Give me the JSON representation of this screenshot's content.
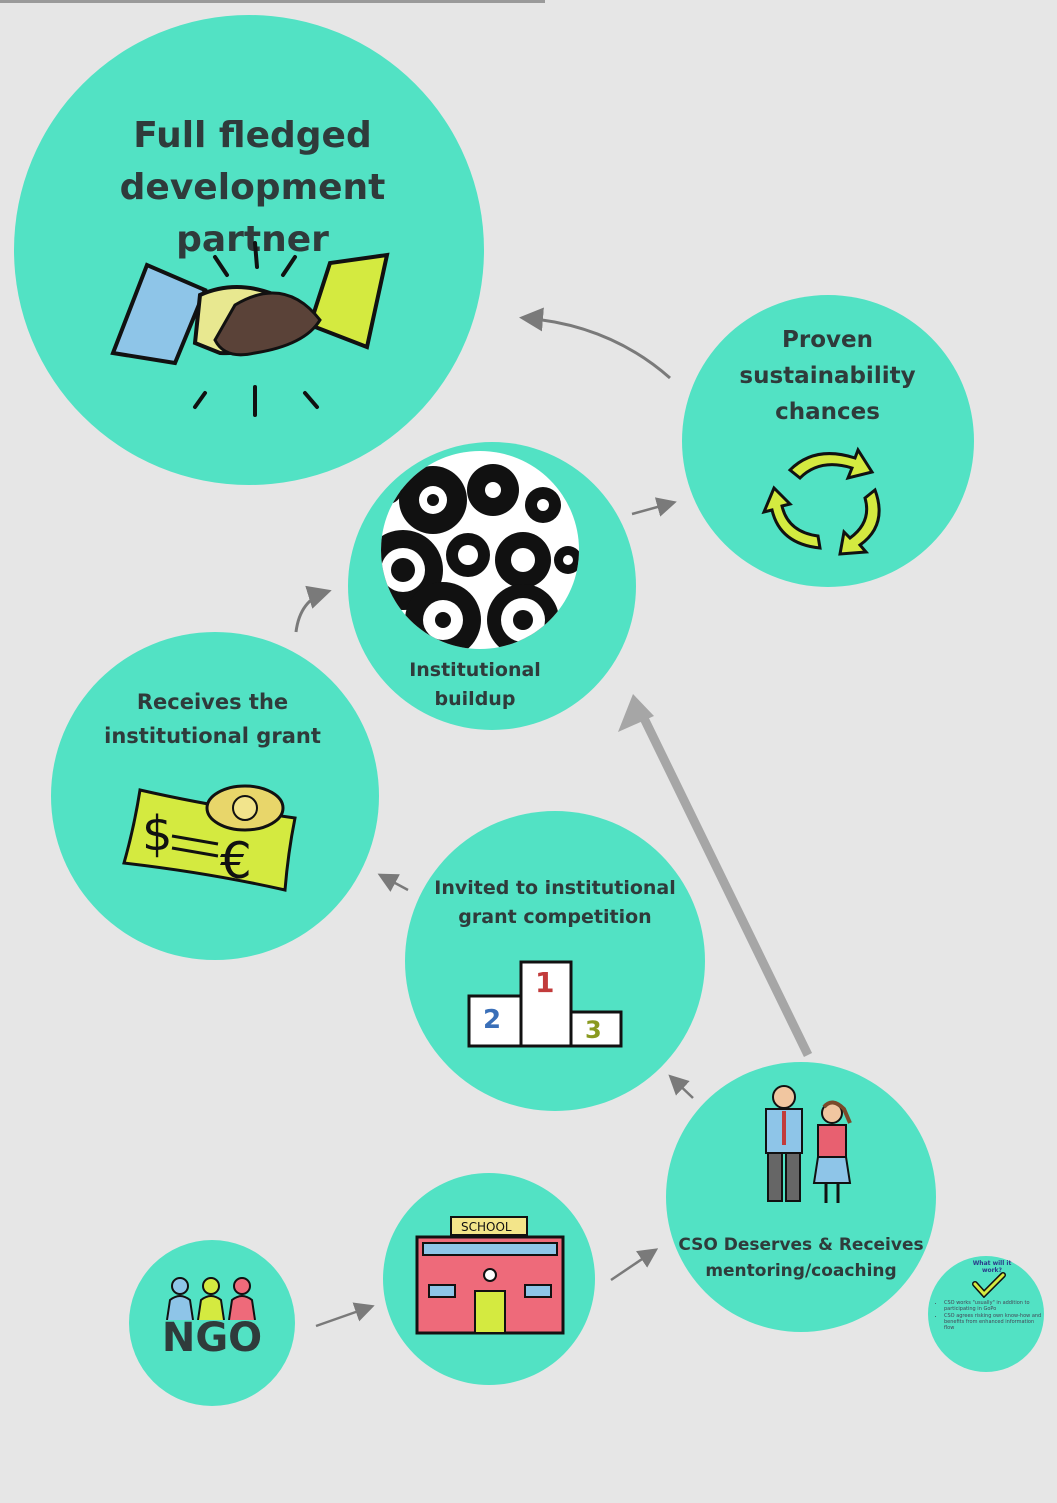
{
  "nodes": {
    "full": {
      "title": "Full fledged development partner"
    },
    "proven": {
      "title": "Proven sustainability chances"
    },
    "institutional": {
      "title": "Institutional buildup"
    },
    "receives": {
      "title": "Receives the institutional grant"
    },
    "invited": {
      "title": "Invited to institutional grant competition"
    },
    "cso": {
      "title": "CSO Deserves & Receives mentoring/coaching"
    },
    "ngo": {
      "title": "NGO"
    },
    "school": {
      "sign": "SCHOOL"
    }
  },
  "podium": {
    "first": "1",
    "second": "2",
    "third": "3"
  },
  "money": {
    "dollar": "$",
    "euro": "€"
  },
  "mini_card": {
    "title": "What will it work?",
    "bullets": [
      "CSO works \"usually\" in addition to participating in GoPo",
      "CSO agrees risking own know-how and benefits from enhanced information flow"
    ]
  },
  "colors": {
    "circle": "#52e2c4",
    "background": "#e6e6e6",
    "arrow": "#7a7a7a",
    "text": "#2f3b3b"
  }
}
